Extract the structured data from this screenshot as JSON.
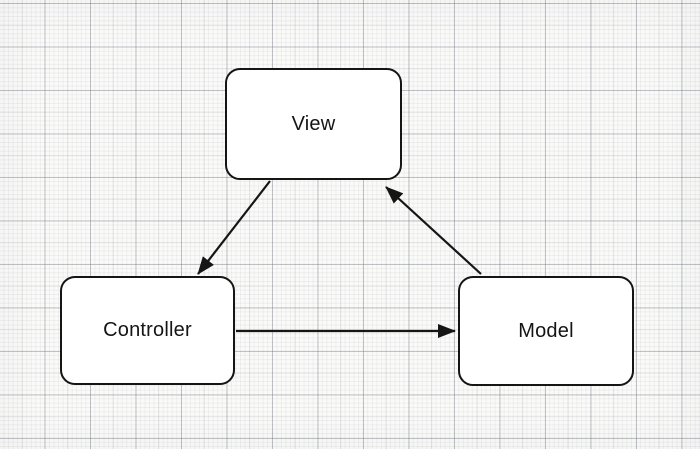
{
  "canvas": {
    "paper_color": "#fafaf9",
    "grid_major_color": "#d3d5d9",
    "grid_minor_color": "#eceef0"
  },
  "diagram": {
    "nodes": [
      {
        "id": "view",
        "label": "View"
      },
      {
        "id": "controller",
        "label": "Controller"
      },
      {
        "id": "model",
        "label": "Model"
      }
    ],
    "edges": [
      {
        "from": "View",
        "to": "Controller"
      },
      {
        "from": "Controller",
        "to": "Model"
      },
      {
        "from": "Model",
        "to": "View"
      }
    ],
    "colors": {
      "node_fill": "#ffffff",
      "node_border": "#151515",
      "connector": "#151515",
      "label": "#151515"
    }
  }
}
